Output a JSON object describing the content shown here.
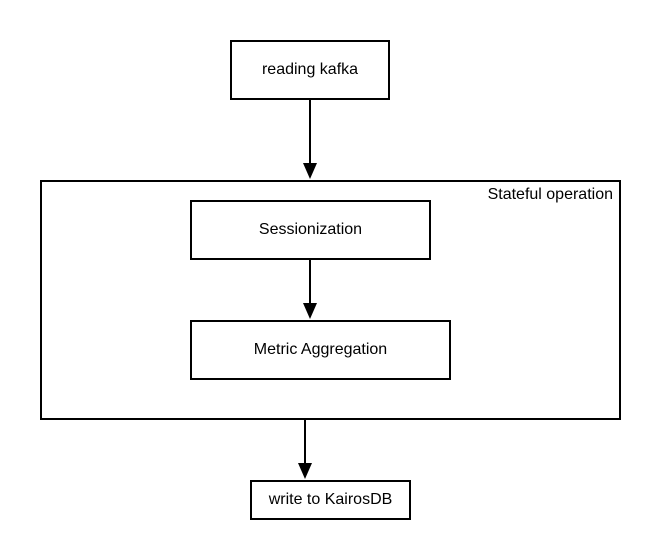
{
  "nodes": {
    "reading_kafka": "reading kafka",
    "stateful_operation": "Stateful operation",
    "sessionization": "Sessionization",
    "metric_aggregation": "Metric Aggregation",
    "write_kairosdb": "write to KairosDB"
  },
  "edges": [
    {
      "from": "reading kafka",
      "to": "Stateful operation"
    },
    {
      "from": "Sessionization",
      "to": "Metric Aggregation"
    },
    {
      "from": "Stateful operation",
      "to": "write to KairosDB"
    }
  ]
}
